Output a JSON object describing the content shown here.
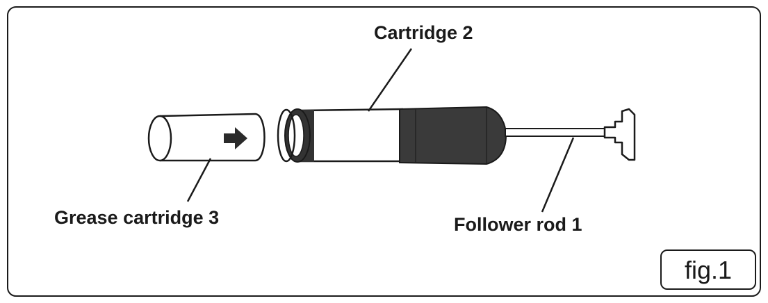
{
  "labels": {
    "cartridge": "Cartridge 2",
    "grease_cartridge": "Grease cartridge 3",
    "follower_rod": "Follower rod 1"
  },
  "figure": {
    "label": "fig.1"
  },
  "colors": {
    "line": "#1a1a1a",
    "dark_body": "#3a3a3a",
    "background": "#ffffff"
  }
}
